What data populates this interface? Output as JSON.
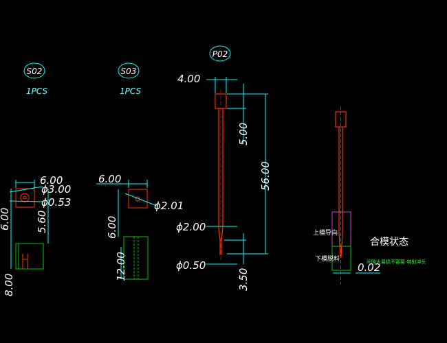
{
  "colors": {
    "background": "#000000",
    "dimension_line": "#00ffff",
    "text": "#ffffff",
    "part_outline": "#ff3300",
    "hatch": "#00cc00",
    "mold_outline": "#cc44cc",
    "note": "#39ff39",
    "extension": "#ff66ff"
  },
  "parts": {
    "s02": {
      "bubble": "S02",
      "qty": "1PCS",
      "dims": {
        "width": "6.00",
        "bore": "ϕ3.00",
        "hole": "ϕ0.53",
        "height": "6.00",
        "depth": "5.60",
        "thickness": "8.00"
      }
    },
    "s03": {
      "bubble": "S03",
      "qty": "1PCS",
      "dims": {
        "width": "6.00",
        "hole": "ϕ2.01",
        "height": "6.00",
        "thickness": "12.00"
      }
    },
    "p02": {
      "bubble": "P02",
      "dims": {
        "head_width": "4.00",
        "head_height": "5.00",
        "length": "56.00",
        "shank": "ϕ2.00",
        "tip": "ϕ0.50",
        "tip_length": "3.50"
      }
    }
  },
  "assembly": {
    "upper_label": "上模导向",
    "lower_label": "下模脱料",
    "title": "合模状态",
    "note": "间隙大易损不容易-特别冲头",
    "clearance": "0.02"
  }
}
